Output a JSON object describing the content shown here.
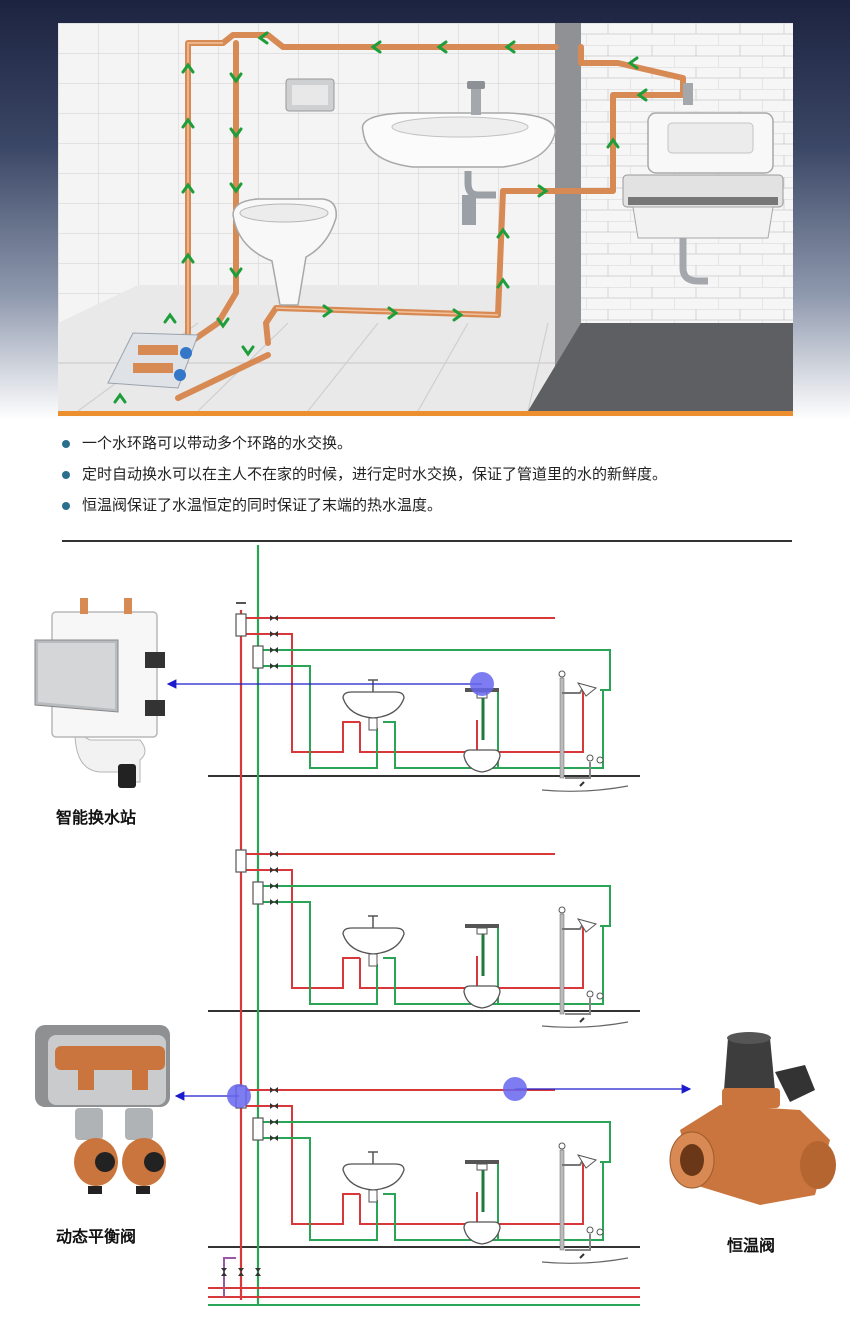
{
  "bullets": [
    "一个水环路可以带动多个环路的水交换。",
    "定时自动换水可以在主人不在家的时候，进行定时水交换，保证了管道里的水的新鲜度。",
    "恒温阀保证了水温恒定的同时保证了末端的热水温度。"
  ],
  "labels": {
    "station": "智能换水站",
    "balance_valve": "动态平衡阀",
    "thermo_valve": "恒温阀"
  },
  "colors": {
    "hot_pipe": "#d9383a",
    "cold_pipe": "#2aa455",
    "copper_pipe": "#d88a55",
    "flow_arrow": "#1e9e3a",
    "accent_line": "#ec8f2e",
    "bullet": "#2b6f8f",
    "callout": "#1b1bcc",
    "highlight": "#6666ee"
  },
  "icons": [
    "flow-arrow-icon",
    "bullet-dot-icon",
    "valve-icon",
    "sink-icon",
    "toilet-icon",
    "shower-icon"
  ]
}
